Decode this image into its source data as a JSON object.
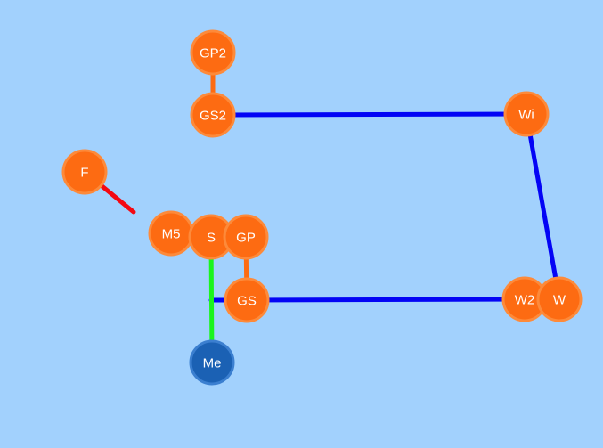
{
  "colors": {
    "background": "#a2d1fd",
    "node_orange": "#fd6b12",
    "node_orange_ring": "#fd8a3a",
    "node_blue": "#1b61b4",
    "node_blue_ring": "#3b7fd0",
    "edge_blue": "#0404f5",
    "edge_orange": "#fd6b12",
    "edge_green": "#1af51c",
    "edge_red": "#f40812"
  },
  "nodes": [
    {
      "id": "GP2",
      "label": "GP2",
      "kind": "orange"
    },
    {
      "id": "GS2",
      "label": "GS2",
      "kind": "orange"
    },
    {
      "id": "Wi",
      "label": "Wi",
      "kind": "orange"
    },
    {
      "id": "F",
      "label": "F",
      "kind": "orange"
    },
    {
      "id": "M5",
      "label": "M5",
      "kind": "orange"
    },
    {
      "id": "S",
      "label": "S",
      "kind": "orange"
    },
    {
      "id": "GP",
      "label": "GP",
      "kind": "orange"
    },
    {
      "id": "GS",
      "label": "GS",
      "kind": "orange"
    },
    {
      "id": "W2",
      "label": "W2",
      "kind": "orange"
    },
    {
      "id": "W",
      "label": "W",
      "kind": "orange"
    },
    {
      "id": "Me",
      "label": "Me",
      "kind": "blue"
    }
  ],
  "edges": [
    {
      "from": "GP2",
      "to": "GS2",
      "color": "edge_orange"
    },
    {
      "from": "GS2",
      "to": "Wi",
      "color": "edge_blue"
    },
    {
      "from": "Wi",
      "to": "W",
      "color": "edge_blue"
    },
    {
      "from": "GS",
      "to": "W2",
      "color": "edge_blue"
    },
    {
      "from": "S",
      "to": "GS",
      "color": "edge_blue"
    },
    {
      "from": "GP",
      "to": "GS",
      "color": "edge_orange"
    },
    {
      "from": "S",
      "to": "Me",
      "color": "edge_green"
    },
    {
      "from": "F",
      "to": "F_end",
      "color": "edge_red"
    }
  ]
}
